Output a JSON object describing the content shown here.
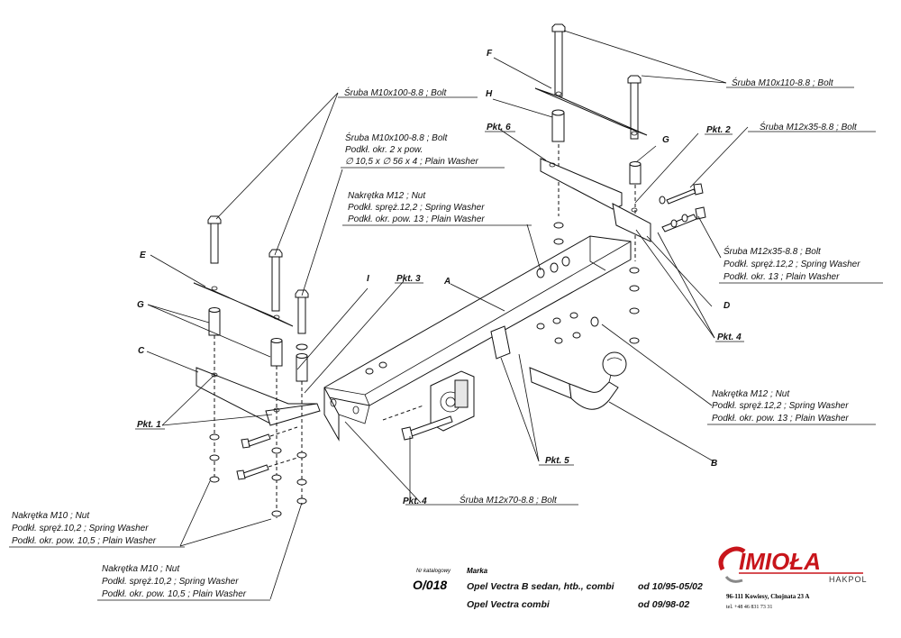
{
  "labels": {
    "bolt_m10x110": "Śruba M10x110-8.8 ;  Bolt",
    "bolt_m10x100": "Śruba M10x100-8.8 ;  Bolt",
    "bolt_m10x100_washer": [
      "Śruba M10x100-8.8 ;  Bolt",
      "Podkł. okr. 2 x pow.",
      "∅ 10,5 x ∅ 56 x 4 ; Plain Washer"
    ],
    "nut_m12_top": [
      "Nakrętka  M12 ; Nut",
      "Podkł. spręż.12,2 ; Spring Washer",
      "Podkł. okr. pow. 13 ; Plain Washer"
    ],
    "bolt_m12x35": "Śruba M12x35-8.8 ;  Bolt",
    "bolt_m12x35_washers": [
      "Śruba M12x35-8.8 ;  Bolt",
      "Podkł. spręż.12,2 ; Spring Washer",
      "Podkł. okr. 13 ; Plain Washer"
    ],
    "nut_m12_right": [
      "Nakrętka  M12 ; Nut",
      "Podkł. spręż.12,2 ; Spring Washer",
      "Podkł. okr. pow. 13 ; Plain Washer"
    ],
    "nut_m10_left": [
      "Nakrętka  M10 ; Nut",
      "Podkł. spręż.10,2 ; Spring Washer",
      "Podkł. okr. pow. 10,5 ; Plain Washer"
    ],
    "nut_m10_bottom": [
      "Nakrętka  M10 ; Nut",
      "Podkł. spręż.10,2 ; Spring Washer",
      "Podkł. okr. pow. 10,5 ; Plain Washer"
    ],
    "bolt_m12x70": "Śruba M12x70-8.8 ;  Bolt"
  },
  "letters": {
    "F": "F",
    "H": "H",
    "G": "G",
    "E": "E",
    "C": "C",
    "I": "I",
    "A": "A",
    "B": "B",
    "D": "D"
  },
  "points": {
    "pkt1": "Pkt. 1",
    "pkt2": "Pkt. 2",
    "pkt3": "Pkt. 3",
    "pkt4a": "Pkt. 4",
    "pkt4b": "Pkt. 4",
    "pkt5": "Pkt. 5",
    "pkt6": "Pkt. 6"
  },
  "title_block": {
    "catalog_label": "Nr katalogowy",
    "brand_label": "Marka",
    "catalog_number": "O/018",
    "rows": [
      {
        "model": "Opel Vectra B sedan, htb., combi",
        "date": "od  10/95-05/02"
      },
      {
        "model": "Opel Vectra combi",
        "date": "od 09/98-02"
      }
    ],
    "logo_text": "IMIOŁA",
    "logo_sub": "HAKPOL",
    "address": "96-111 Kowiesy, Chojnata 23 A",
    "phone": "tel. +48 46 831 73 31"
  },
  "colors": {
    "logo_red": "#c8151b",
    "line": "#111111"
  }
}
